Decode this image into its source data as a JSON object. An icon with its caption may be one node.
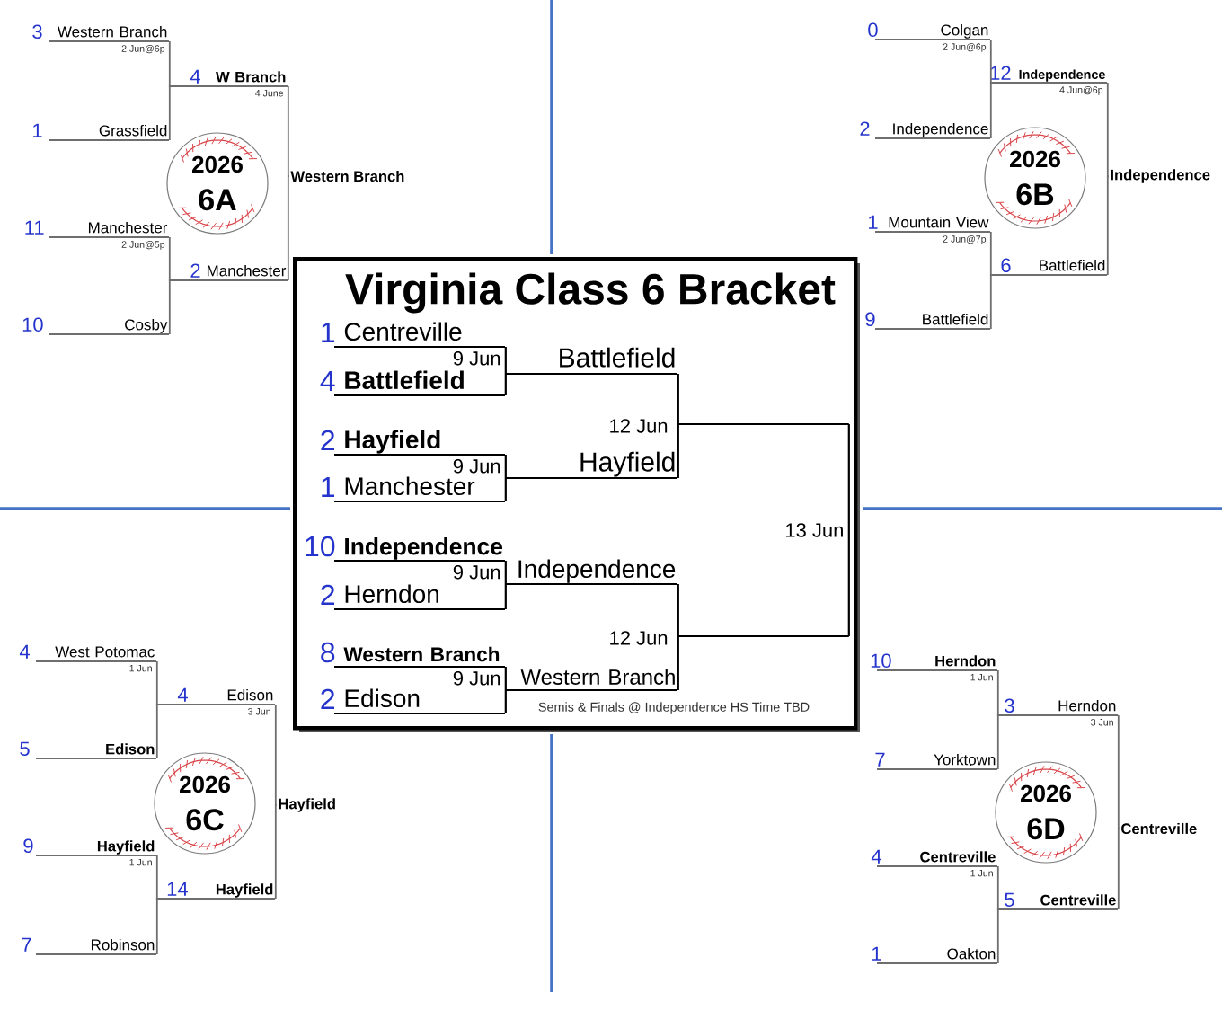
{
  "diagram": {
    "nodes": [
      {
        "text": [
          "3",
          "Western Branch"
        ],
        "beside": [
          "2 Jun@6p"
        ]
      },
      {
        "text": [
          "1",
          "Grassfield"
        ]
      },
      {
        "text": [
          "4",
          "W Branch"
        ],
        "beside": [
          "4 June"
        ]
      },
      {
        "text": [
          "11",
          "Manchester"
        ],
        "beside": [
          "2 Jun@5p"
        ]
      },
      {
        "text": [
          "10",
          "Cosby"
        ]
      },
      {
        "text": [
          "2",
          "Manchester"
        ]
      },
      {
        "text": [
          "Western Branch"
        ]
      },
      {
        "text": [
          "2026",
          "6A"
        ]
      },
      {
        "text": [
          "0",
          "Colgan"
        ],
        "beside": [
          "2 Jun@6p"
        ]
      },
      {
        "text": [
          "2",
          "Independence"
        ]
      },
      {
        "text": [
          "12",
          "Independence"
        ],
        "beside": [
          "4 Jun@6p"
        ]
      },
      {
        "text": [
          "1",
          "Mountain View"
        ],
        "beside": [
          "2 Jun@7p"
        ]
      },
      {
        "text": [
          "9",
          "Battlefield"
        ]
      },
      {
        "text": [
          "6",
          "Battlefield"
        ]
      },
      {
        "text": [
          "Independence"
        ]
      },
      {
        "text": [
          "2026",
          "6B"
        ]
      },
      {
        "text": [
          "Virginia Class 6 Bracket",
          "Semis & Finals @ Independence HS Time TBD"
        ]
      },
      {
        "text": [
          "1",
          "Centreville"
        ],
        "beside": [
          "9 Jun"
        ],
        "in": 16
      },
      {
        "text": [
          "4",
          "Battlefield"
        ],
        "in": 16
      },
      {
        "text": [
          "2",
          "Hayfield"
        ],
        "beside": [
          "9 Jun"
        ],
        "in": 16
      },
      {
        "text": [
          "1",
          "Manchester"
        ],
        "in": 16
      },
      {
        "text": [
          "10",
          "Independence"
        ],
        "beside": [
          "9 Jun"
        ],
        "in": 16
      },
      {
        "text": [
          "2",
          "Herndon"
        ],
        "in": 16
      },
      {
        "text": [
          "8",
          "Western Branch"
        ],
        "beside": [
          "9 Jun"
        ],
        "in": 16
      },
      {
        "text": [
          "2",
          "Edison"
        ],
        "in": 16
      },
      {
        "text": [
          "Battlefield"
        ],
        "in": 16
      },
      {
        "text": [
          "Hayfield"
        ],
        "in": 16
      },
      {
        "text": [
          "Independence"
        ],
        "in": 16
      },
      {
        "text": [
          "Western Branch"
        ],
        "in": 16
      },
      {
        "text": [],
        "shape": "line",
        "beside": [
          "12 Jun"
        ],
        "in": 16
      },
      {
        "text": [],
        "shape": "line",
        "beside": [
          "12 Jun"
        ],
        "in": 16
      },
      {
        "text": [
          "4",
          "West Potomac"
        ],
        "beside": [
          "1 Jun"
        ]
      },
      {
        "text": [
          "5",
          "Edison"
        ]
      },
      {
        "text": [
          "4",
          "Edison"
        ],
        "beside": [
          "3 Jun"
        ]
      },
      {
        "text": [
          "9",
          "Hayfield"
        ],
        "beside": [
          "1 Jun"
        ]
      },
      {
        "text": [
          "7",
          "Robinson"
        ]
      },
      {
        "text": [
          "14",
          "Hayfield"
        ]
      },
      {
        "text": [
          "Hayfield"
        ]
      },
      {
        "text": [
          "2026",
          "6C"
        ]
      },
      {
        "text": [
          "10",
          "Herndon"
        ],
        "beside": [
          "1 Jun"
        ]
      },
      {
        "text": [
          "7",
          "Yorktown"
        ]
      },
      {
        "text": [
          "3",
          "Herndon"
        ],
        "beside": [
          "3 Jun"
        ]
      },
      {
        "text": [
          "4",
          "Centreville"
        ],
        "beside": [
          "1 Jun"
        ]
      },
      {
        "text": [
          "1",
          "Oakton"
        ]
      },
      {
        "text": [
          "5",
          "Centreville"
        ]
      },
      {
        "text": [
          "Centreville"
        ]
      },
      {
        "text": [
          "2026",
          "6D"
        ]
      }
    ],
    "edges": [
      {
        "from": 0,
        "to": 2,
        "arrow": "none"
      },
      {
        "from": 1,
        "to": 2,
        "arrow": "none"
      },
      {
        "from": 3,
        "to": 5,
        "arrow": "none"
      },
      {
        "from": 4,
        "to": 5,
        "arrow": "none"
      },
      {
        "from": 2,
        "to": 6,
        "arrow": "none"
      },
      {
        "from": 5,
        "to": 6,
        "arrow": "none"
      },
      {
        "from": 8,
        "to": 10,
        "arrow": "none"
      },
      {
        "from": 9,
        "to": 10,
        "arrow": "none"
      },
      {
        "from": 11,
        "to": 13,
        "arrow": "none"
      },
      {
        "from": 12,
        "to": 13,
        "arrow": "none"
      },
      {
        "from": 10,
        "to": 14,
        "arrow": "none"
      },
      {
        "from": 13,
        "to": 14,
        "arrow": "none"
      },
      {
        "from": 17,
        "to": 25,
        "arrow": "none",
        "color": "#000000"
      },
      {
        "from": 18,
        "to": 25,
        "arrow": "none",
        "color": "#000000"
      },
      {
        "from": 19,
        "to": 26,
        "arrow": "none",
        "color": "#000000"
      },
      {
        "from": 20,
        "to": 26,
        "arrow": "none",
        "color": "#000000"
      },
      {
        "from": 21,
        "to": 27,
        "arrow": "none",
        "color": "#000000"
      },
      {
        "from": 22,
        "to": 27,
        "arrow": "none",
        "color": "#000000"
      },
      {
        "from": 23,
        "to": 28,
        "arrow": "none",
        "color": "#000000"
      },
      {
        "from": 24,
        "to": 28,
        "arrow": "none",
        "color": "#000000"
      },
      {
        "from": 25,
        "to": 29,
        "arrow": "none",
        "color": "#000000"
      },
      {
        "from": 26,
        "to": 29,
        "arrow": "none",
        "color": "#000000"
      },
      {
        "from": 27,
        "to": 30,
        "arrow": "none",
        "color": "#000000"
      },
      {
        "from": 28,
        "to": 30,
        "arrow": "none",
        "color": "#000000"
      },
      {
        "from": 29,
        "to": 30,
        "arrow": "none",
        "label": "13 Jun",
        "color": "#000000"
      },
      {
        "from": 31,
        "to": 33,
        "arrow": "none"
      },
      {
        "from": 32,
        "to": 33,
        "arrow": "none"
      },
      {
        "from": 34,
        "to": 36,
        "arrow": "none"
      },
      {
        "from": 35,
        "to": 36,
        "arrow": "none"
      },
      {
        "from": 33,
        "to": 37,
        "arrow": "none"
      },
      {
        "from": 36,
        "to": 37,
        "arrow": "none"
      },
      {
        "from": 39,
        "to": 41,
        "arrow": "none"
      },
      {
        "from": 40,
        "to": 41,
        "arrow": "none"
      },
      {
        "from": 42,
        "to": 44,
        "arrow": "none"
      },
      {
        "from": 43,
        "to": 44,
        "arrow": "none"
      },
      {
        "from": 41,
        "to": 45,
        "arrow": "none"
      },
      {
        "from": 44,
        "to": 45,
        "arrow": "none"
      }
    ]
  }
}
